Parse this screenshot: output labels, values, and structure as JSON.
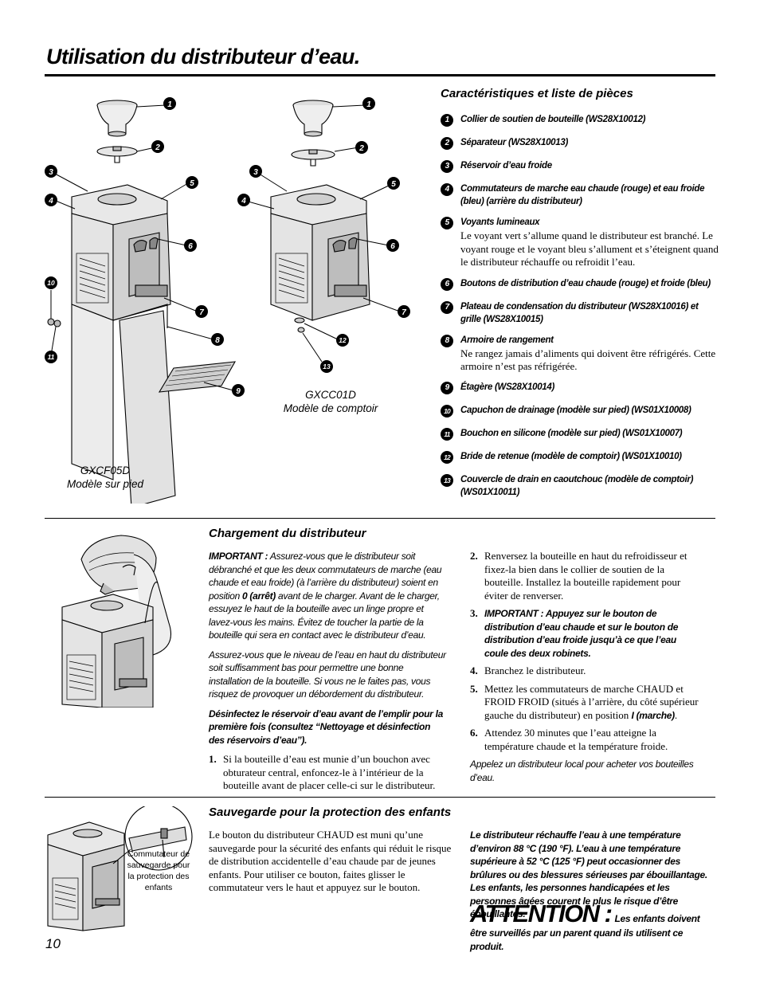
{
  "page_title": "Utilisation du distributeur d’eau.",
  "features": {
    "heading": "Caractéristiques et liste de pièces",
    "parts": [
      {
        "num": "1",
        "label": "Collier de soutien de bouteille (WS28X10012)",
        "desc": ""
      },
      {
        "num": "2",
        "label": "Séparateur (WS28X10013)",
        "desc": ""
      },
      {
        "num": "3",
        "label": "Réservoir d’eau froide",
        "desc": ""
      },
      {
        "num": "4",
        "label": "Commutateurs de marche eau chaude (rouge) et eau froide (bleu) (arrière du distributeur)",
        "desc": ""
      },
      {
        "num": "5",
        "label": "Voyants lumineaux",
        "desc": "Le voyant vert s’allume quand le distributeur est branché. Le voyant rouge et le voyant bleu s’allument et s’éteignent quand le distributeur réchauffe ou refroidit l’eau."
      },
      {
        "num": "6",
        "label": "Boutons de distribution d’eau chaude (rouge) et froide (bleu)",
        "desc": ""
      },
      {
        "num": "7",
        "label": "Plateau de condensation du distributeur (WS28X10016) et grille (WS28X10015)",
        "desc": ""
      },
      {
        "num": "8",
        "label": "Armoire de rangement",
        "desc": "Ne rangez jamais d’aliments qui doivent être réfrigérés. Cette armoire n’est pas réfrigérée."
      },
      {
        "num": "9",
        "label": "Étagère (WS28X10014)",
        "desc": ""
      },
      {
        "num": "10",
        "label": "Capuchon de drainage (modèle sur pied) (WS01X10008)",
        "desc": ""
      },
      {
        "num": "11",
        "label": "Bouchon en silicone (modèle sur pied) (WS01X10007)",
        "desc": ""
      },
      {
        "num": "12",
        "label": "Bride de retenue (modèle de comptoir)  (WS01X10010)",
        "desc": ""
      },
      {
        "num": "13",
        "label": "Couvercle de drain en caoutchouc (modèle de comptoir) (WS01X10011)",
        "desc": ""
      }
    ],
    "model_floor": {
      "code": "GXCF05D",
      "name": "Modèle sur pied"
    },
    "model_counter": {
      "code": "GXCC01D",
      "name": "Modèle de comptoir"
    }
  },
  "loading": {
    "heading": "Chargement du distributeur",
    "important_label": "IMPORTANT :",
    "important_text": " Assurez-vous que le distributeur soit débranché et que les deux commutateurs de marche (eau chaude et eau froide) (à l’arrière du distributeur) soient en position ",
    "important_bold": "0 (arrêt)",
    "important_rest": " avant de le charger. Avant de le charger, essuyez le haut de la bouteille avec un linge propre et lavez-vous les mains. Évitez de toucher la partie de la bouteille qui sera en contact avec le distributeur d’eau.",
    "para2": "Assurez-vous que le niveau de l’eau en haut du distributeur soit suffisamment bas pour permettre une bonne installation de la bouteille. Si vous ne le faites pas, vous risquez de provoquer un débordement du distributeur.",
    "para3": "Désinfectez le réservoir d’eau avant de l’emplir pour la première fois (consultez “Nettoyage et désinfection des réservoirs d’eau”).",
    "steps": [
      {
        "n": "1.",
        "text": "Si la bouteille d’eau est munie d’un bouchon avec obturateur central, enfoncez-le à l’intérieur de la bouteille avant de placer celle-ci sur le distributeur."
      },
      {
        "n": "2.",
        "text": "Renversez la bouteille en haut du refroidisseur et fixez-la bien dans le collier de soutien de la bouteille. Installez la bouteille rapidement pour éviter de renverser."
      },
      {
        "n": "3.",
        "text": "IMPORTANT : Appuyez sur le bouton de distribution d’eau chaude et sur le bouton de distribution d’eau froide jusqu’à ce que l’eau coule des deux robinets."
      },
      {
        "n": "4.",
        "text": "Branchez le distributeur."
      },
      {
        "n": "5.",
        "text": "Mettez les commutateurs de marche CHAUD et FROID FROID (situés à l’arrière, du côté supérieur gauche du distributeur) en position ",
        "bold": "I (marche)",
        "after": "."
      },
      {
        "n": "6.",
        "text": "Attendez 30 minutes que l’eau atteigne la température chaude et la température froide."
      }
    ],
    "footer_note": "Appelez un distributeur local pour acheter vos bouteilles d’eau."
  },
  "safety": {
    "heading": "Sauvegarde pour la protection des enfants",
    "body": "Le bouton du distributeur CHAUD est muni qu’une sauvegarde pour la sécurité des enfants qui réduit le risque de distribution accidentelle d’eau chaude par de jeunes enfants. Pour utiliser ce bouton, faites glisser le commutateur vers le haut et appuyez sur le bouton.",
    "warning": "Le distributeur réchauffe l’eau à une température d’environ 88 °C  (190 °F). L’eau à une température supérieure à 52 °C (125 °F) peut occasionner des brûlures ou des blessures sérieuses par ébouillantage. Les enfants, les personnes handicapées et les personnes âgées courent le plus le risque d’être ébouillantés.",
    "attention_big": "ATTENTION :",
    "attention_small": "Les enfants doivent être surveillés par un parent quand ils utilisent ce produit.",
    "image_caption": "Commutateur de sauvegarde pour la protection des enfants"
  },
  "page_number": "10"
}
